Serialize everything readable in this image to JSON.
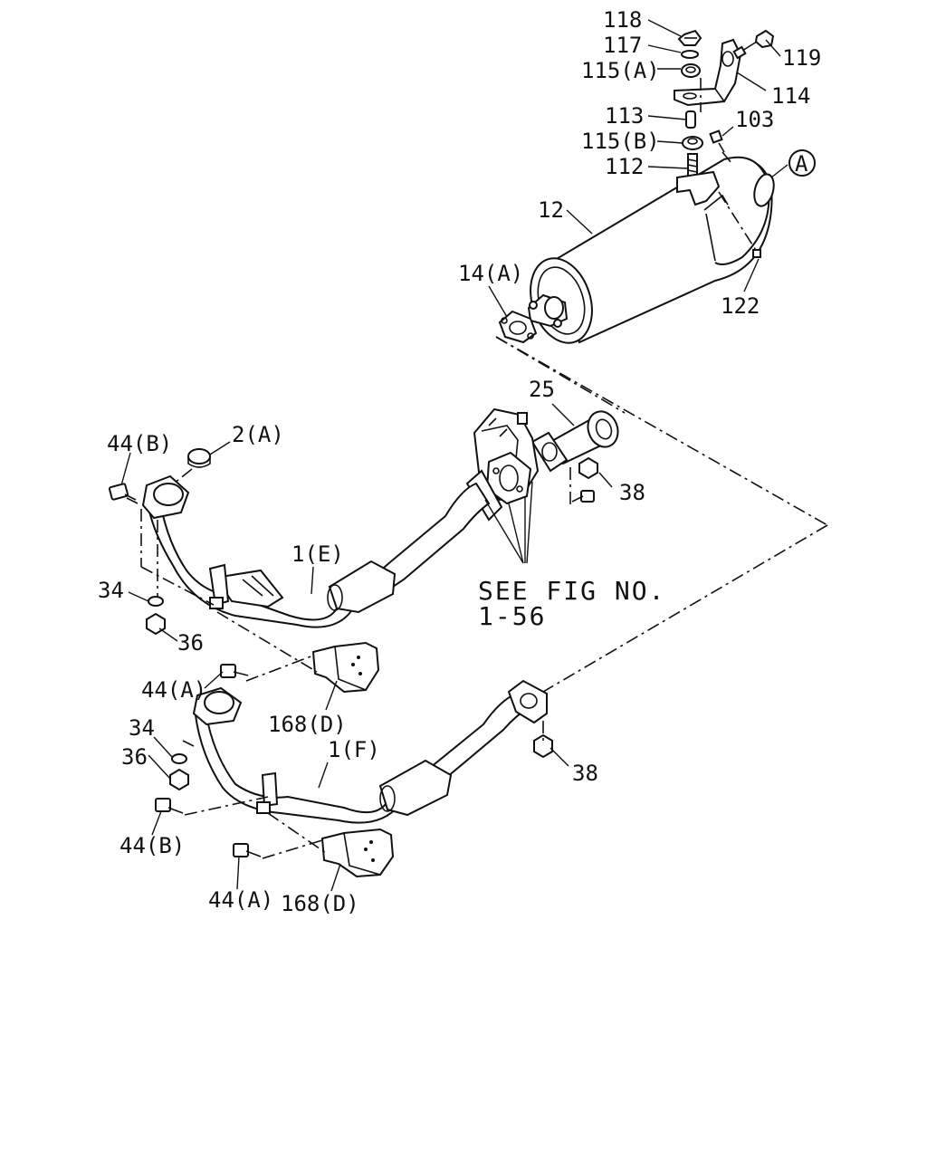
{
  "labels": {
    "p118": "118",
    "p117": "117",
    "p115a": "115(A)",
    "p119": "119",
    "p114": "114",
    "p113": "113",
    "p103": "103",
    "p115b": "115(B)",
    "p112": "112",
    "ref_a": "A",
    "p12": "12",
    "p14a": "14(A)",
    "p122": "122",
    "p25": "25",
    "p44b_top": "44(B)",
    "p2a": "2(A)",
    "p38_top": "38",
    "p1e": "1(E)",
    "p34_top": "34",
    "p36_top": "36",
    "p44a_mid": "44(A)",
    "p168d_top": "168(D)",
    "p34_bot": "34",
    "p36_bot": "36",
    "p1f": "1(F)",
    "p38_bot": "38",
    "p44b_bot": "44(B)",
    "p44a_bot": "44(A)",
    "p168d_bot": "168(D)"
  },
  "note": {
    "line1": "SEE FIG NO.",
    "line2": "1-56"
  }
}
